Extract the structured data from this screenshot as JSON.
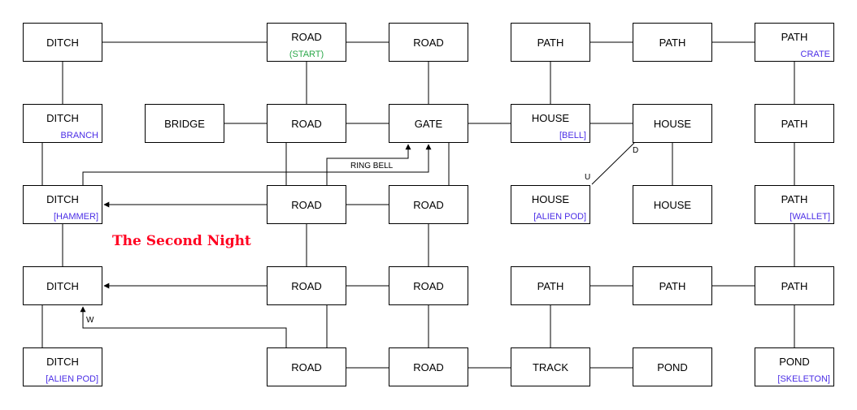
{
  "title": "The Second Night",
  "rooms": {
    "r0c0": {
      "label": "DITCH",
      "item": ""
    },
    "r0c2": {
      "label": "ROAD",
      "item": "(START)"
    },
    "r0c3": {
      "label": "ROAD",
      "item": ""
    },
    "r0c4": {
      "label": "PATH",
      "item": ""
    },
    "r0c5": {
      "label": "PATH",
      "item": ""
    },
    "r0c6": {
      "label": "PATH",
      "item": "CRATE"
    },
    "r1c0": {
      "label": "DITCH",
      "item": "BRANCH"
    },
    "r1c1": {
      "label": "BRIDGE",
      "item": ""
    },
    "r1c2": {
      "label": "ROAD",
      "item": ""
    },
    "r1c3": {
      "label": "GATE",
      "item": ""
    },
    "r1c4": {
      "label": "HOUSE",
      "item": "[BELL]"
    },
    "r1c5": {
      "label": "HOUSE",
      "item": ""
    },
    "r1c6": {
      "label": "PATH",
      "item": ""
    },
    "r2c0": {
      "label": "DITCH",
      "item": "[HAMMER]"
    },
    "r2c2": {
      "label": "ROAD",
      "item": ""
    },
    "r2c3": {
      "label": "ROAD",
      "item": ""
    },
    "r2c4": {
      "label": "HOUSE",
      "item": "[ALIEN POD]"
    },
    "r2c5": {
      "label": "HOUSE",
      "item": ""
    },
    "r2c6": {
      "label": "PATH",
      "item": "[WALLET]"
    },
    "r3c0": {
      "label": "DITCH",
      "item": ""
    },
    "r3c2": {
      "label": "ROAD",
      "item": ""
    },
    "r3c3": {
      "label": "ROAD",
      "item": ""
    },
    "r3c4": {
      "label": "PATH",
      "item": ""
    },
    "r3c5": {
      "label": "PATH",
      "item": ""
    },
    "r3c6": {
      "label": "PATH",
      "item": ""
    },
    "r4c0": {
      "label": "DITCH",
      "item": "[ALIEN POD]"
    },
    "r4c2": {
      "label": "ROAD",
      "item": ""
    },
    "r4c3": {
      "label": "ROAD",
      "item": ""
    },
    "r4c4": {
      "label": "TRACK",
      "item": ""
    },
    "r4c5": {
      "label": "POND",
      "item": ""
    },
    "r4c6": {
      "label": "POND",
      "item": "[SKELETON]"
    }
  },
  "transition_labels": {
    "ring_bell": "RING BELL",
    "down": "D",
    "up": "U",
    "west": "W"
  }
}
